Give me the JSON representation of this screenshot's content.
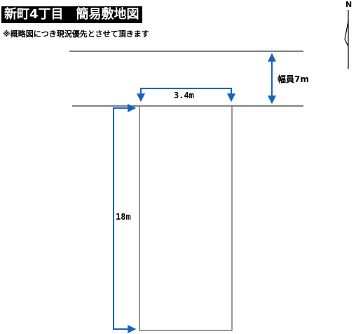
{
  "title": "新町4丁目　簡易敷地図",
  "note": "※概略図につき現況優先とさせて頂きます",
  "north_label": "N",
  "road_width_label": "幅員7m",
  "frontage_label": "3.4m",
  "depth_label": "18m",
  "colors": {
    "dimension_arrow": "#1565c0",
    "lines": "#555555",
    "title_bg": "#000000"
  }
}
